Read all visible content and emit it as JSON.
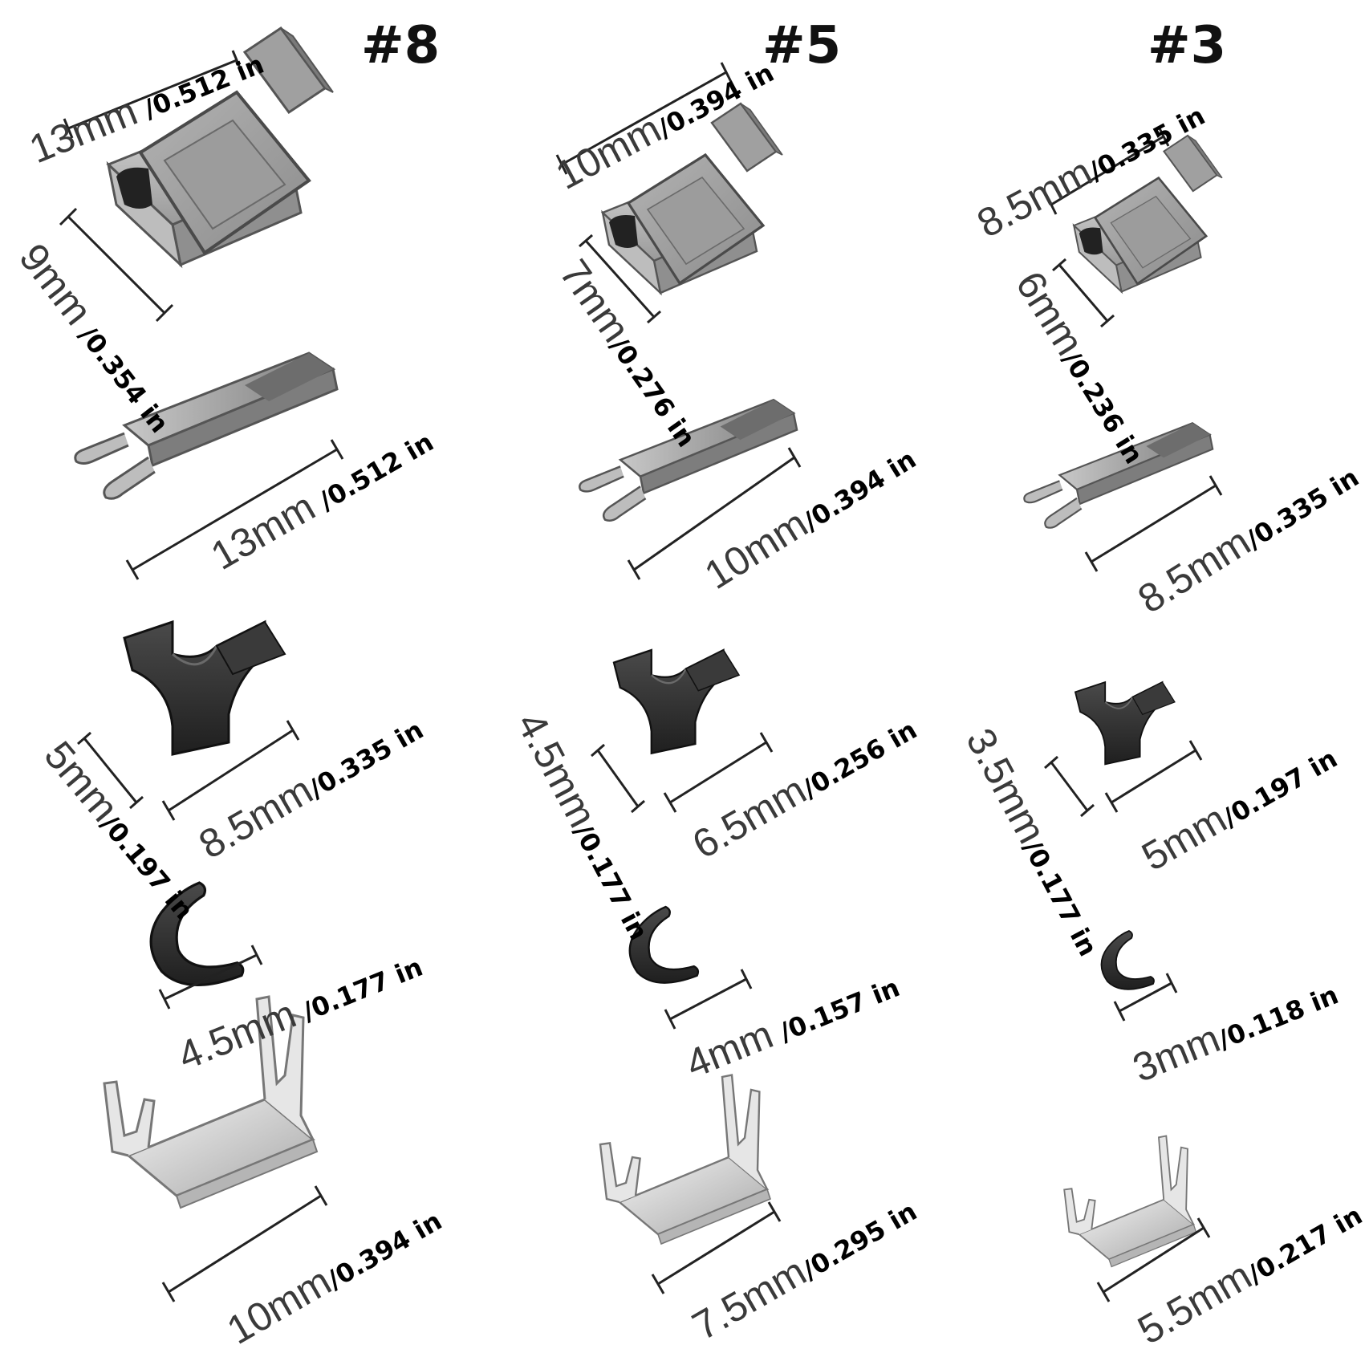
{
  "sizes": [
    {
      "title": "#8",
      "stop_length": {
        "mm": "13mm",
        "inch": " /0.512 in"
      },
      "stop_height": {
        "mm": "9mm",
        "inch": " /0.354 in"
      },
      "pin_length": {
        "mm": "13mm",
        "inch": " /0.512 in"
      },
      "insert_height": {
        "mm": "5mm",
        "inch": "/0.197 in"
      },
      "insert_width": {
        "mm": "8.5mm",
        "inch": "/0.335 in"
      },
      "clip_width": {
        "mm": "4.5mm",
        "inch": " /0.177 in"
      },
      "bottom_stop_length": {
        "mm": "10mm",
        "inch": "/0.394 in"
      }
    },
    {
      "title": "#5",
      "stop_length": {
        "mm": "10mm",
        "inch": "/0.394 in"
      },
      "stop_height": {
        "mm": "7mm",
        "inch": "/0.276 in"
      },
      "pin_length": {
        "mm": "10mm",
        "inch": "/0.394 in"
      },
      "insert_height": {
        "mm": "4.5mm",
        "inch": "/0.177 in"
      },
      "insert_width": {
        "mm": "6.5mm",
        "inch": "/0.256 in"
      },
      "clip_width": {
        "mm": "4mm",
        "inch": " /0.157 in"
      },
      "bottom_stop_length": {
        "mm": "7.5mm",
        "inch": "/0.295 in"
      }
    },
    {
      "title": "#3",
      "stop_length": {
        "mm": "8.5mm",
        "inch": "/0.335 in"
      },
      "stop_height": {
        "mm": "6mm",
        "inch": "/0.236 in"
      },
      "pin_length": {
        "mm": "8.5mm",
        "inch": "/0.335 in"
      },
      "insert_height": {
        "mm": "3.5mm",
        "inch": "/0.177 in"
      },
      "insert_width": {
        "mm": "5mm",
        "inch": "/0.197 in"
      },
      "clip_width": {
        "mm": "3mm",
        "inch": "/0.118 in"
      },
      "bottom_stop_length": {
        "mm": "5.5mm",
        "inch": "/0.217 in"
      }
    }
  ],
  "colors": {
    "metal_dark": "#6f6f6f",
    "metal_face": "#9a9a9a",
    "metal_light": "#d9d9d9",
    "steel_black": "#2e2e2e",
    "text": "#111111"
  }
}
